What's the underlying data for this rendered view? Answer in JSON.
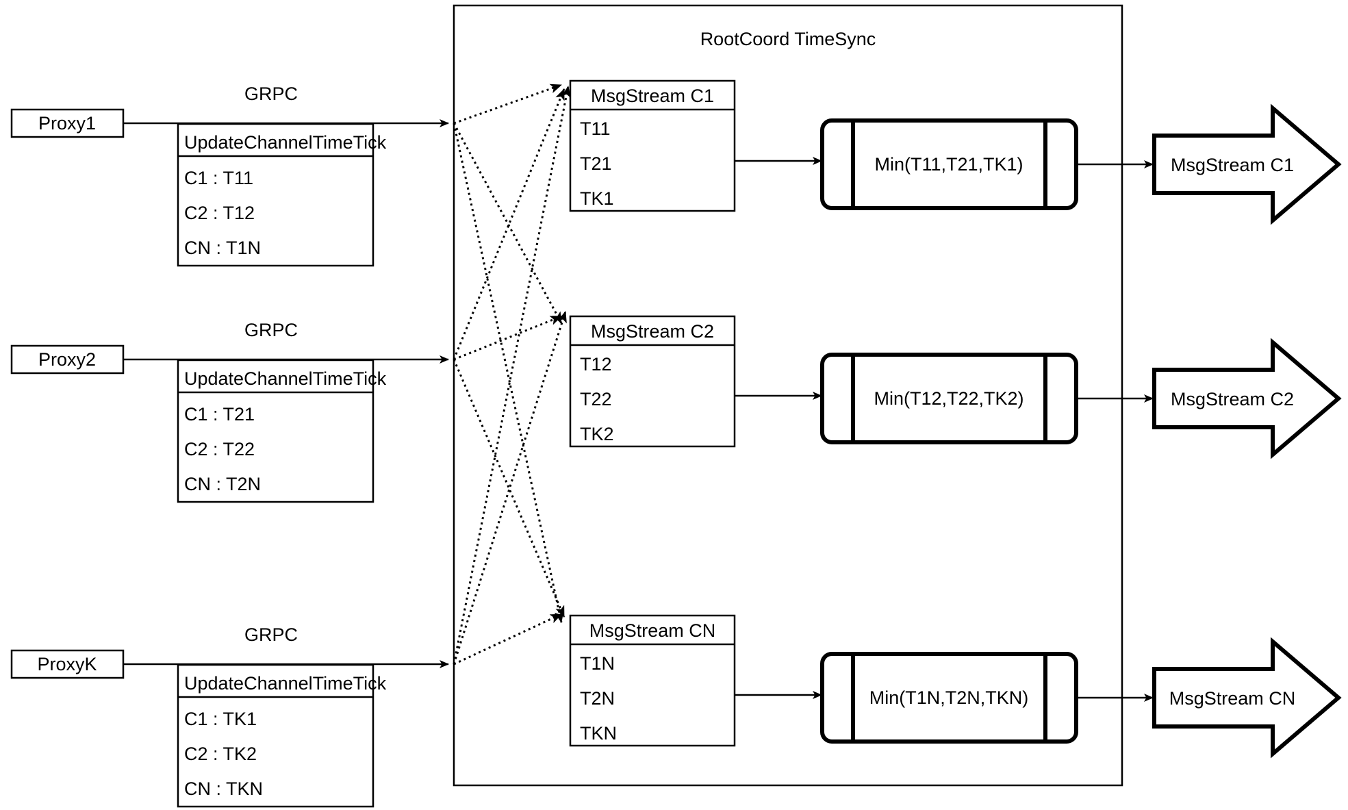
{
  "diagram": {
    "title": "RootCoord TimeSync",
    "container_label": "RootCoord TimeSync"
  },
  "proxies": [
    {
      "name": "Proxy1",
      "link_label": "GRPC",
      "request": {
        "header": "UpdateChannelTimeTick",
        "rows": [
          "C1 :  T11",
          "C2 :  T12",
          "CN : T1N"
        ]
      }
    },
    {
      "name": "Proxy2",
      "link_label": "GRPC",
      "request": {
        "header": "UpdateChannelTimeTick",
        "rows": [
          "C1 :  T21",
          "C2 :  T22",
          "CN : T2N"
        ]
      }
    },
    {
      "name": "ProxyK",
      "link_label": "GRPC",
      "request": {
        "header": "UpdateChannelTimeTick",
        "rows": [
          "C1 :  TK1",
          "C2 :  TK2",
          "CN : TKN"
        ]
      }
    }
  ],
  "channels": [
    {
      "stream": {
        "header": "MsgStream C1",
        "rows": [
          "T11",
          "T21",
          "TK1"
        ]
      },
      "process": "Min(T11,T21,TK1)",
      "output": "MsgStream C1"
    },
    {
      "stream": {
        "header": "MsgStream C2",
        "rows": [
          "T12",
          "T22",
          "TK2"
        ]
      },
      "process": "Min(T12,T22,TK2)",
      "output": "MsgStream C2"
    },
    {
      "stream": {
        "header": "MsgStream CN",
        "rows": [
          "T1N",
          "T2N",
          "TKN"
        ]
      },
      "process": "Min(T1N,T2N,TKN)",
      "output": "MsgStream CN"
    }
  ],
  "colors": {
    "stroke": "#000000",
    "background": "#ffffff",
    "text": "#000000"
  }
}
